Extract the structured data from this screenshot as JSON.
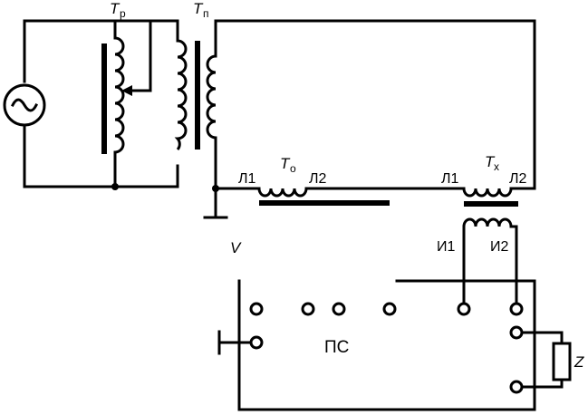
{
  "labels": {
    "tr_main": "T",
    "tr_sub": "р",
    "tp_main": "T",
    "tp_sub": "п",
    "to_main": "T",
    "to_sub": "о",
    "tx_main": "T",
    "tx_sub": "x",
    "to_l1": "Л1",
    "to_l2": "Л2",
    "tx_l1": "Л1",
    "tx_l2": "Л2",
    "i1": "И1",
    "i2": "И2",
    "ps": "ПС",
    "z": "Z",
    "v": "V"
  },
  "symbols": {
    "source": "ac-source-icon",
    "ground": "ground-icon"
  }
}
